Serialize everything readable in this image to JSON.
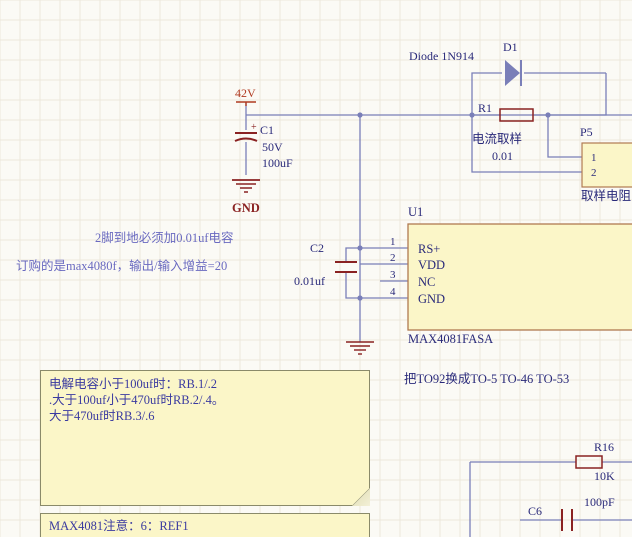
{
  "colors": {
    "wire": "#7a7fb8",
    "component": "#8a2222",
    "text": "#2a2a7a",
    "note_text": "#6a6ac0",
    "power": "#b03a20",
    "ic_fill": "#fbf6c8",
    "ic_border": "#b07a50",
    "grid": "#ece8dc"
  },
  "power": {
    "v42": "42V",
    "gnd": "GND"
  },
  "components": {
    "c1": {
      "ref": "C1",
      "voltage": "50V",
      "value": "100uF"
    },
    "c2": {
      "ref": "C2",
      "value": "0.01uf"
    },
    "d1": {
      "ref": "D1",
      "desc": "Diode 1N914"
    },
    "r1": {
      "ref": "R1",
      "desc": "电流取样",
      "value": "0.01"
    },
    "p5": {
      "ref": "P5",
      "pin1": "1",
      "pin2": "2",
      "desc": "取样电阻"
    },
    "u1": {
      "ref": "U1",
      "part": "MAX4081FASA",
      "pins": [
        {
          "num": "1",
          "name": "RS+"
        },
        {
          "num": "2",
          "name": "VDD"
        },
        {
          "num": "3",
          "name": "NC"
        },
        {
          "num": "4",
          "name": "GND"
        }
      ]
    },
    "r16": {
      "ref": "R16",
      "value": "10K"
    },
    "c6": {
      "ref": "C6",
      "value": "100pF"
    }
  },
  "annotations": {
    "pin2_note": "2脚到地必须加0.01uf电容",
    "order_note": "订购的是max4080f，输出/输入增益=20",
    "package_note": "把TO92换成TO-5  TO-46 TO-53"
  },
  "notes": {
    "note1": [
      "电解电容小于100uf时：RB.1/.2",
      ".大于100uf小于470uf时RB.2/.4。",
      "大于470uf时RB.3/.6"
    ],
    "note2": "MAX4081注意：6：REF1"
  }
}
